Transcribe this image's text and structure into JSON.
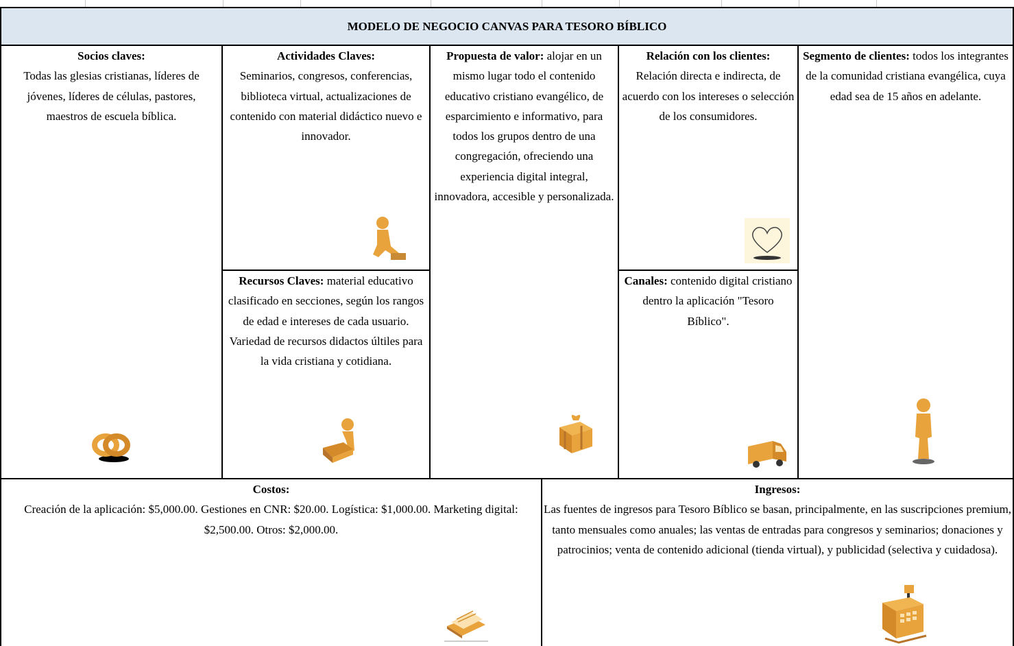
{
  "title": "MODELO DE NEGOCIO CANVAS PARA TESORO BÍBLICO",
  "socios": {
    "heading": "Socios claves:",
    "text": "Todas  las glesias cristianas, líderes de jóvenes, líderes de células, pastores, maestros de escuela bíblica."
  },
  "actividades": {
    "heading": "Actividades Claves:",
    "text": "Seminarios, congresos, conferencias, biblioteca virtual, actualizaciones de contenido con material didáctico nuevo e innovador."
  },
  "recursos": {
    "heading": "Recursos Claves:",
    "text": " material educativo clasificado en secciones, según los rangos de edad e intereses de cada usuario. Variedad de recursos didactos últiles para la vida cristiana y cotidiana."
  },
  "propuesta": {
    "heading": "Propuesta de valor:",
    "text": " alojar en un mismo lugar todo el contenido educativo cristiano evangélico, de esparcimiento e informativo, para todos los grupos dentro de una congregación, ofreciendo una experiencia digital integral, innovadora, accesible y personalizada."
  },
  "relacion": {
    "heading": "Relación con los clientes:",
    "text": "Relación directa e indirecta, de acuerdo con los intereses o selección de los consumidores."
  },
  "canales": {
    "heading": "Canales:",
    "text": " contenido digital cristiano dentro la aplicación \"Tesoro Bíblico\"."
  },
  "segmento": {
    "heading": "Segmento de clientes:",
    "text": " todos los integrantes de la comunidad cristiana evangélica, cuya edad sea de 15 años en adelante."
  },
  "costos": {
    "heading": "Costos:",
    "text": "Creación de la aplicación: $5,000.00. Gestiones en CNR: $20.00. Logística: $1,000.00. Marketing digital: $2,500.00. Otros: $2,000.00."
  },
  "ingresos": {
    "heading": "Ingresos:",
    "text": "Las fuentes de ingresos para Tesoro Bíblico se basan, principalmente, en las suscripciones premium, tanto mensuales como anuales; las ventas de entradas para congresos y seminarios; donaciones y patrocinios; venta de contenido adicional (tienda virtual), y publicidad (selectiva y cuidadosa)."
  },
  "icons": {
    "socios": "linked-rings-icon",
    "actividades": "kneeling-worker-icon",
    "recursos": "figure-with-machine-icon",
    "propuesta": "gift-box-icon",
    "relacion": "heart-icon",
    "canales": "delivery-truck-icon",
    "segmento": "standing-person-icon",
    "costos": "paper-stack-icon",
    "ingresos": "cash-register-icon"
  },
  "colors": {
    "header_fill": "#dce6f1",
    "icon_orange": "#e8a33d"
  }
}
